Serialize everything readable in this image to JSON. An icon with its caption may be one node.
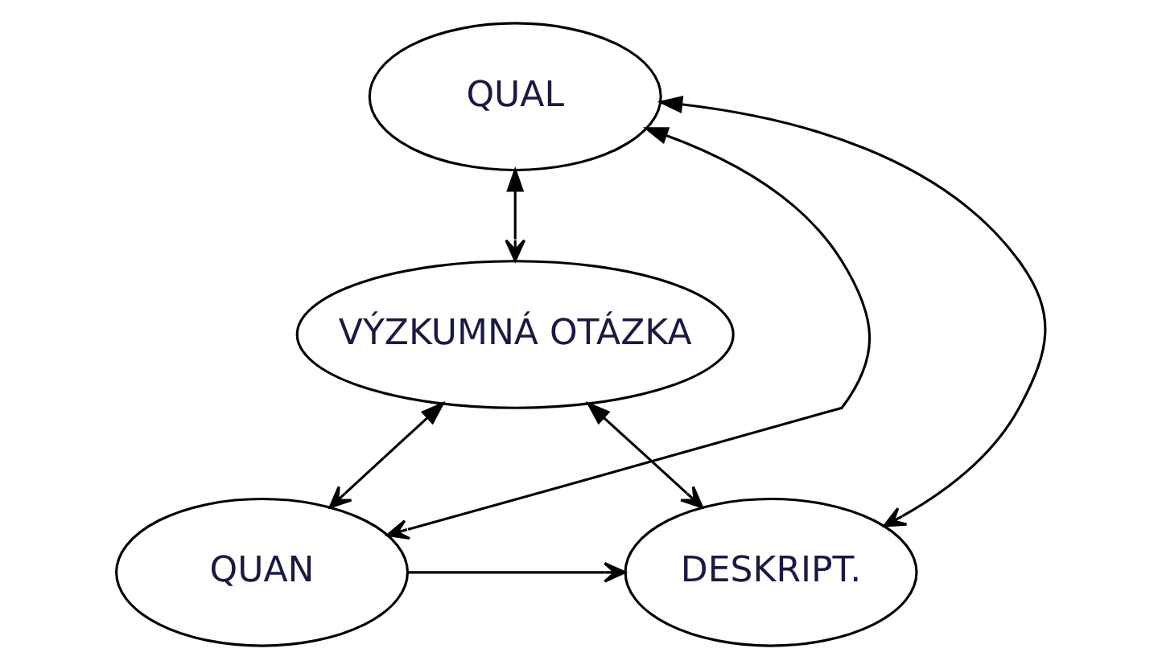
{
  "diagram": {
    "nodes": [
      {
        "text": [
          "QUAL"
        ]
      },
      {
        "text": [
          "VÝZKUMNÁ OTÁZKA"
        ]
      },
      {
        "text": [
          "QUAN"
        ]
      },
      {
        "text": [
          "DESKRIPT."
        ]
      }
    ],
    "edges": [
      {
        "from": 0,
        "to": 1,
        "arrow": "both"
      },
      {
        "from": 0,
        "to": 2,
        "arrow": "both"
      },
      {
        "from": 0,
        "to": 3,
        "arrow": "both"
      },
      {
        "from": 1,
        "to": 2,
        "arrow": "both"
      },
      {
        "from": 1,
        "to": 3,
        "arrow": "both"
      },
      {
        "from": 2,
        "to": 3,
        "arrow": "to"
      }
    ]
  }
}
